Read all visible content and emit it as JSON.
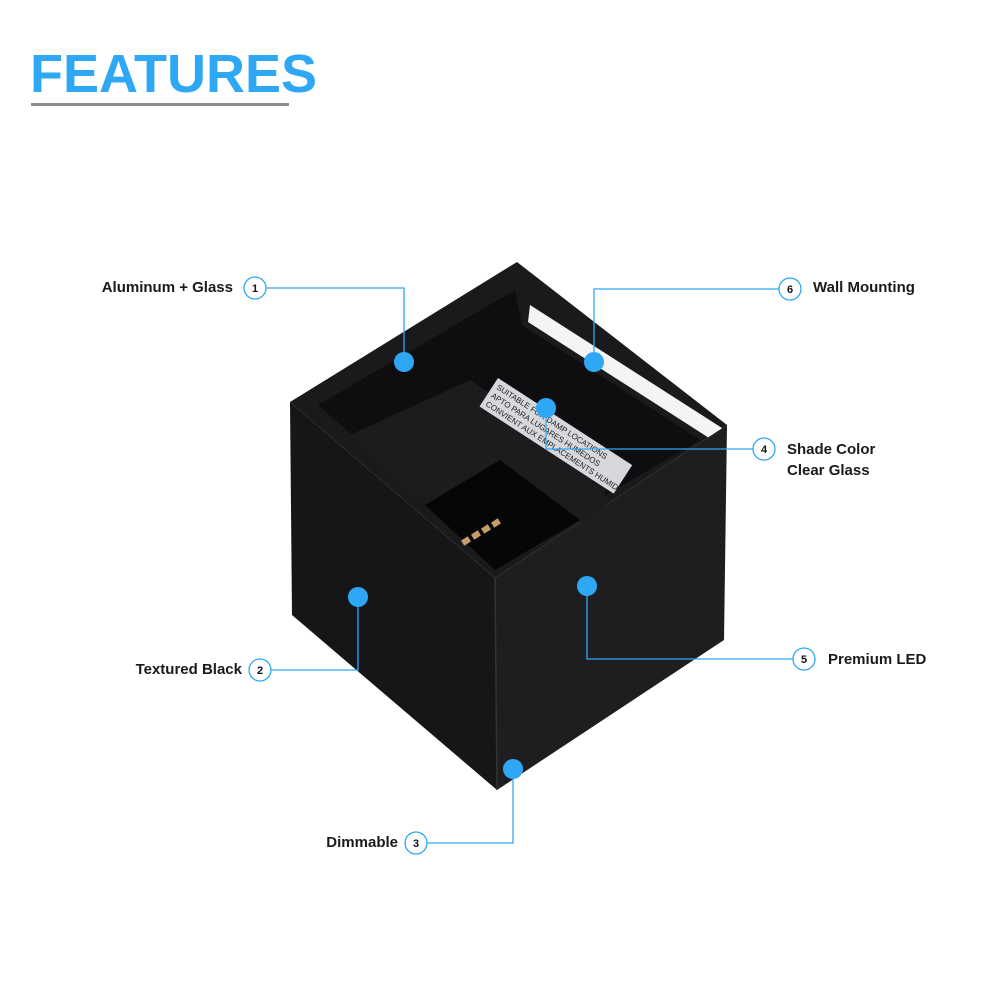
{
  "title": "FEATURES",
  "accent_color": "#2ea8f5",
  "product_label": [
    "SUITABLE FOR DAMP LOCATIONS",
    "APTO PARA LUGARES HUMEDOS",
    "CONVIENT AUX EMPLACEMENTS HUMIDES"
  ],
  "callouts": [
    {
      "number": "1",
      "label": "Aluminum + Glass"
    },
    {
      "number": "2",
      "label": "Textured Black"
    },
    {
      "number": "3",
      "label": "Dimmable"
    },
    {
      "number": "4",
      "label": "Shade Color",
      "label2": "Clear Glass"
    },
    {
      "number": "5",
      "label": "Premium LED"
    },
    {
      "number": "6",
      "label": "Wall Mounting"
    }
  ]
}
